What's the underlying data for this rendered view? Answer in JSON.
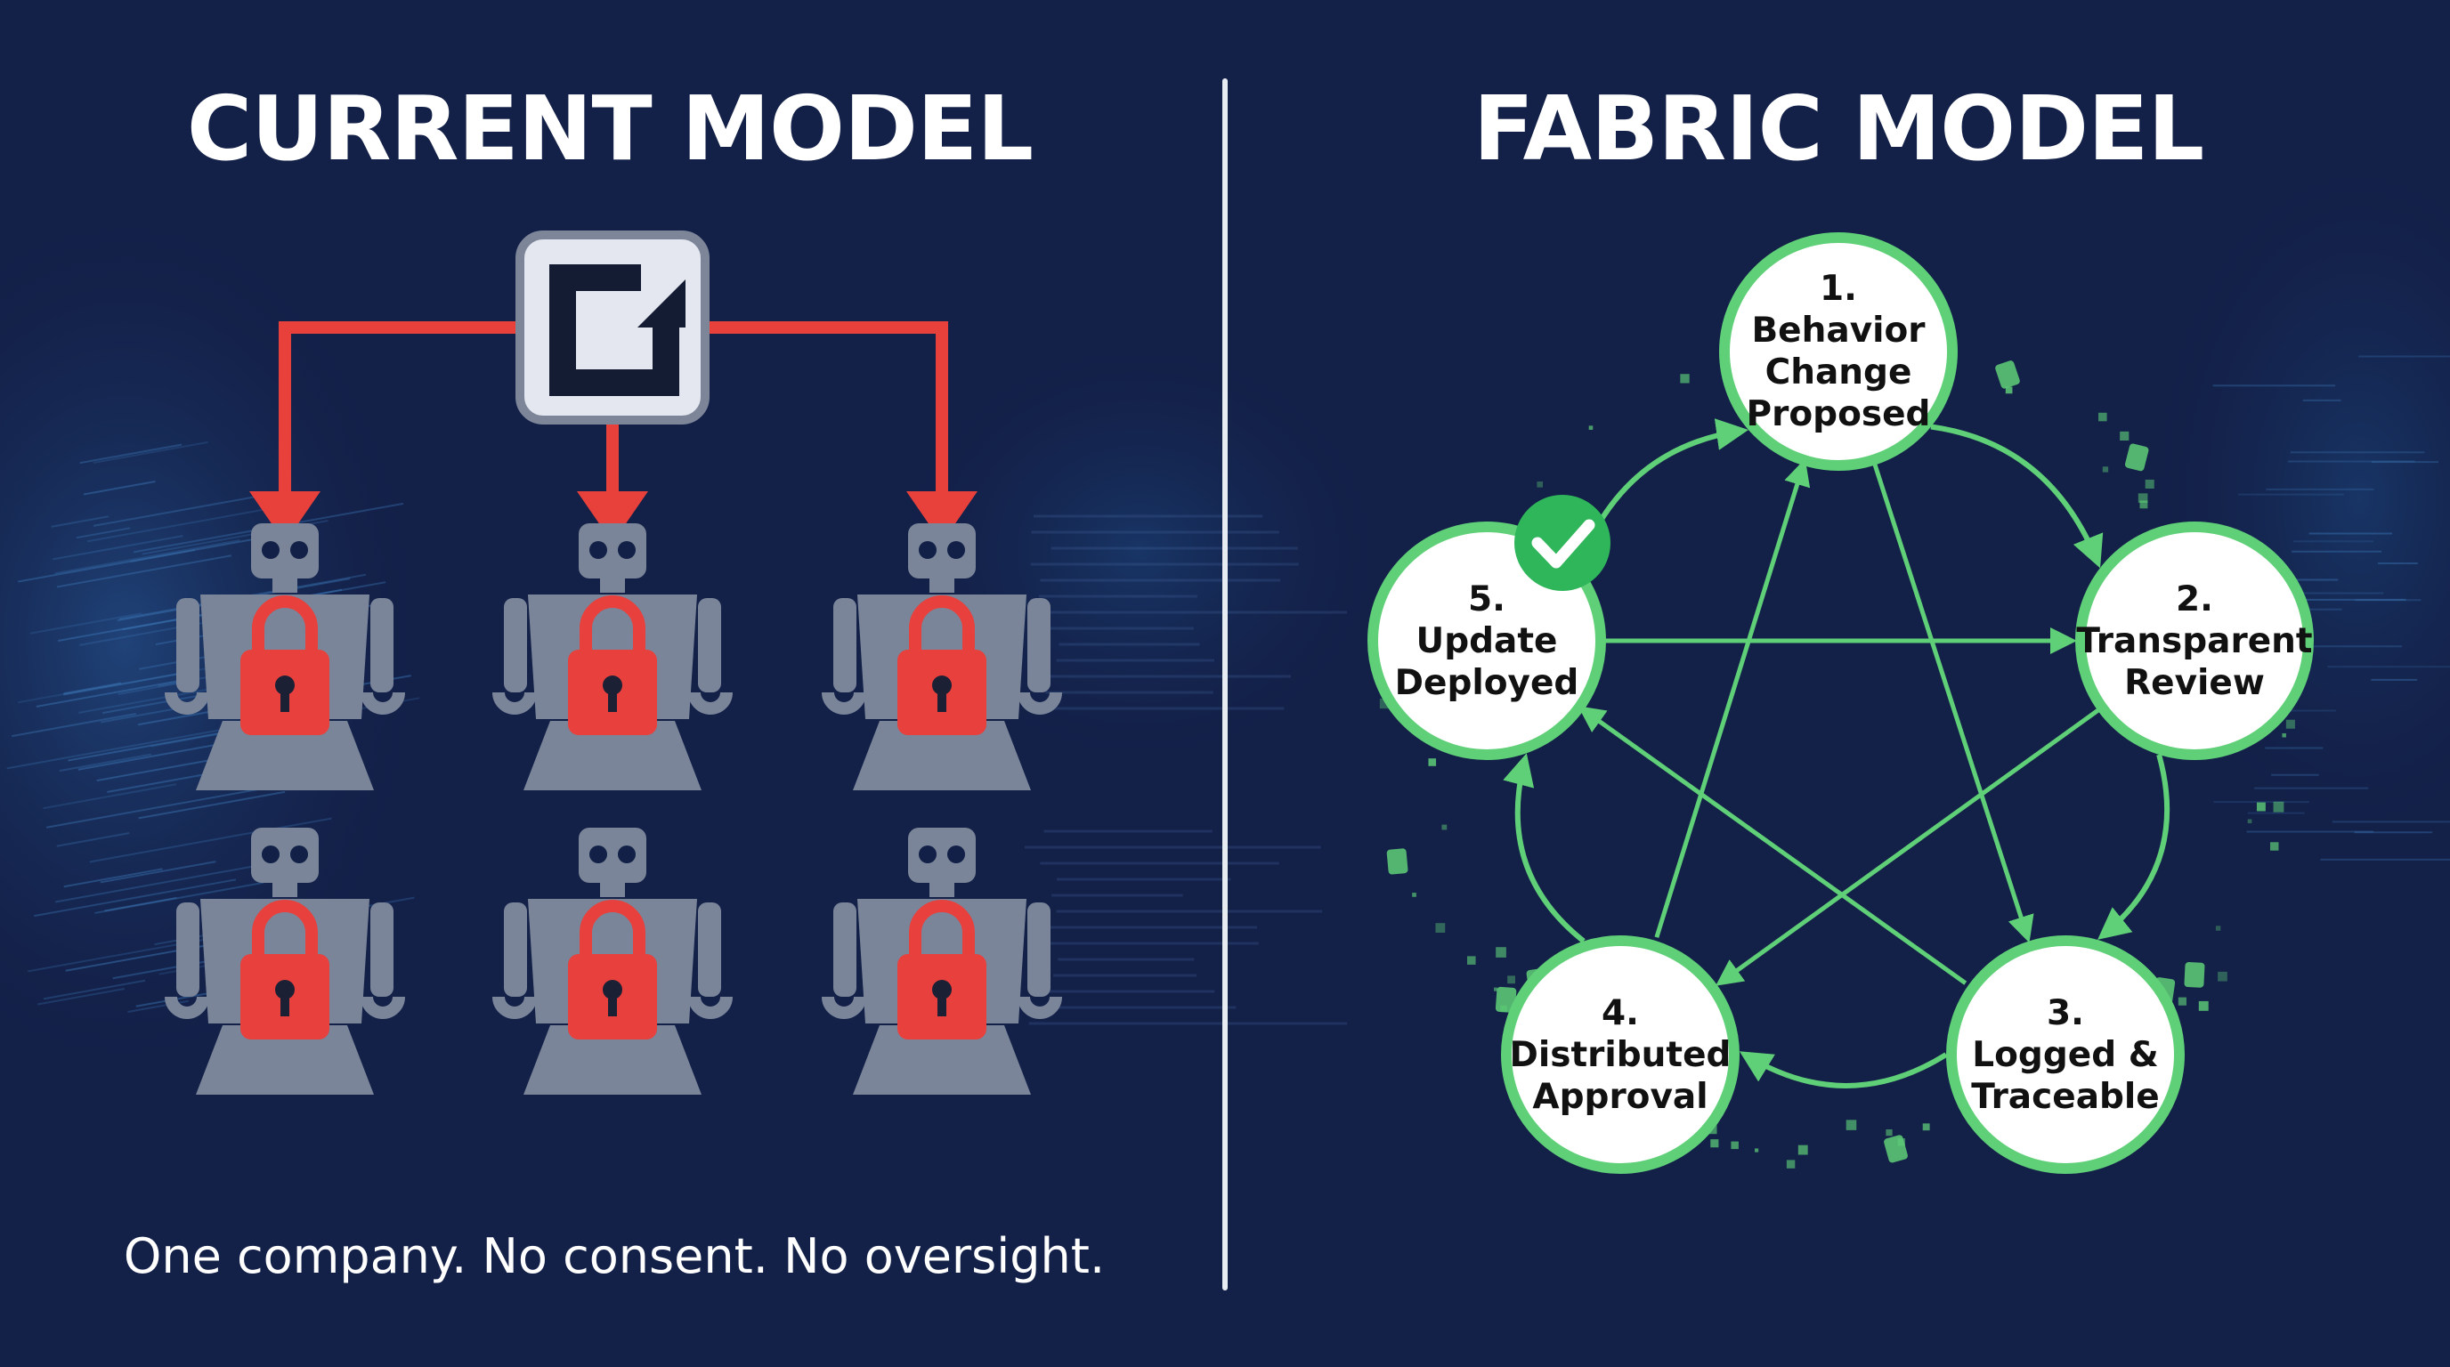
{
  "current_model": {
    "title": "CURRENT MODEL",
    "caption": "One company. No consent. No oversight.",
    "colors": {
      "arrow": "#e8413b",
      "robot": "#7a8599",
      "lock": "#e8403c",
      "hub_fill": "#e4e7ef",
      "hub_border": "#7d8699"
    },
    "hub_icon": "edit-icon",
    "robot_icon": "locked-robot-icon"
  },
  "fabric_model": {
    "title": "FABRIC MODEL",
    "colors": {
      "accent": "#5fd078",
      "node_fill": "#ffffff",
      "check": "#2fb65a"
    },
    "nodes": [
      {
        "number": "1.",
        "lines": [
          "Behavior",
          "Change",
          "Proposed"
        ]
      },
      {
        "number": "2.",
        "lines": [
          "Transparent",
          "Review"
        ]
      },
      {
        "number": "3.",
        "lines": [
          "Logged &",
          "Traceable"
        ]
      },
      {
        "number": "4.",
        "lines": [
          "Distributed",
          "Approval"
        ]
      },
      {
        "number": "5.",
        "lines": [
          "Update",
          "Deployed"
        ]
      }
    ],
    "check_icon": "check-icon"
  }
}
